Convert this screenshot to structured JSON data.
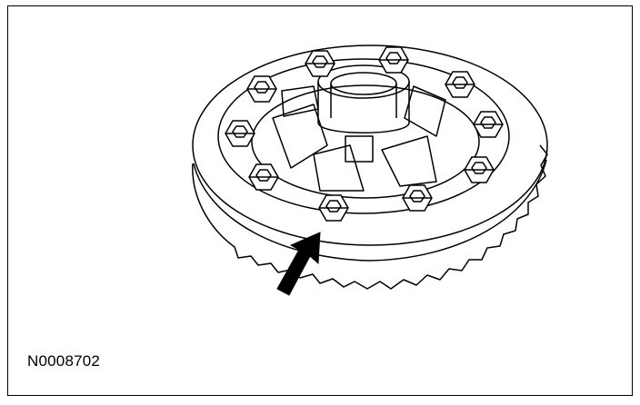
{
  "figure": {
    "code": "N0008702",
    "subject": "differential-ring-gear-assembly",
    "bolt_count": 10
  },
  "colors": {
    "line": "#000000",
    "paper": "#ffffff"
  }
}
